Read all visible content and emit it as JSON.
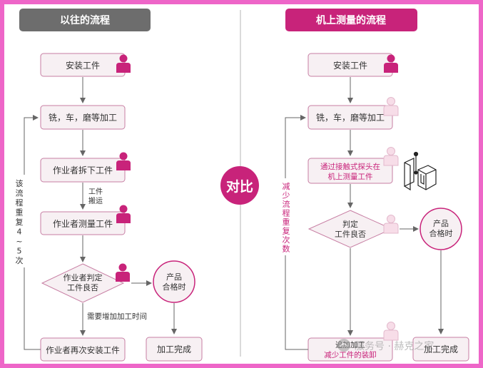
{
  "left_panel": {
    "title": "以往的流程",
    "steps": {
      "install": "安装工件",
      "machining": "铣，车，磨等加工",
      "remove": "作业者拆下工件",
      "measure": "作业者测量工件",
      "judge_l1": "作业者判定",
      "judge_l2": "工件良否",
      "pass_l1": "产品",
      "pass_l2": "合格时",
      "reinstall": "作业者再次安装工件",
      "finish": "加工完成"
    },
    "transport_l1": "工件",
    "transport_l2": "搬运",
    "extra_time": "需要增加加工时间",
    "loop_label": [
      "该",
      "流",
      "程",
      "重",
      "复",
      "4",
      "~",
      "5",
      "次"
    ]
  },
  "center_label": "对比",
  "right_panel": {
    "title": "机上测量的流程",
    "steps": {
      "install": "安装工件",
      "machining": "铣，车，磨等加工",
      "probe_l1": "通过接触式探头在",
      "probe_l2": "机上测量工件",
      "judge_l1": "判定",
      "judge_l2": "工件良否",
      "pass_l1": "产品",
      "pass_l2": "合格时",
      "extra_l1": "追加加工",
      "extra_l2": "减少工件的装卸",
      "finish": "加工完成"
    },
    "loop_label": [
      "减",
      "少",
      "流",
      "程",
      "重",
      "复",
      "次",
      "数"
    ]
  },
  "watermark": "服务号 · 赫克之家",
  "colors": {
    "border": "#ee66c8",
    "magenta": "#c8237a",
    "gray_header": "#6d6d6d",
    "step_fill": "#f7f0f3",
    "step_border": "#c77ea3",
    "arrow": "#666666",
    "light_person": "#f7dde8"
  }
}
